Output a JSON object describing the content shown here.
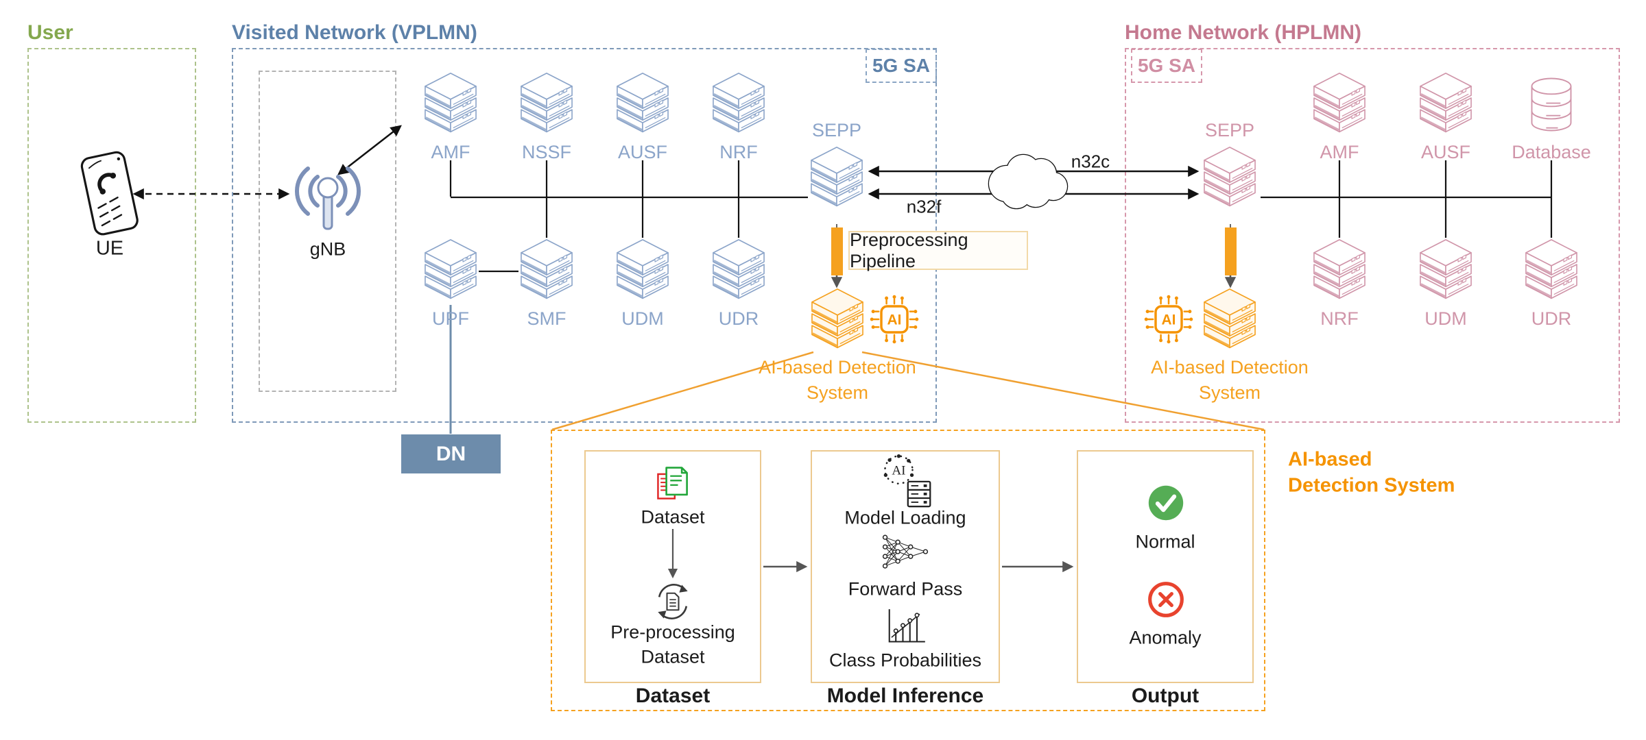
{
  "colors": {
    "user-green": "#84a84e",
    "user-border": "#adc28b",
    "vplmn-blue": "#5d81a9",
    "vplmn-border": "#7e99b8",
    "server-blue": "#8ba4c9",
    "hplmn-pink": "#c4798f",
    "hplmn-border": "#d697ab",
    "hplmn-badge": "#d08ea3",
    "server-pink": "#d095a9",
    "accent-orange": "#f5a11f",
    "orange-deep": "#f59300",
    "status-green": "#55ad55",
    "status-red": "#e8432e",
    "dn-blue": "#6d8cab"
  },
  "user": {
    "title": "User",
    "ue": "UE"
  },
  "vplmn": {
    "title": "Visited Network (VPLMN)",
    "badge": "5G SA",
    "gnb": "gNB",
    "sepp": "SEPP",
    "dn": "DN",
    "preprocessing": "Preprocessing Pipeline",
    "ai_line1": "AI-based Detection",
    "ai_line2": "System",
    "ai_chip": "AI",
    "top": [
      "AMF",
      "NSSF",
      "AUSF",
      "NRF"
    ],
    "bottom": [
      "UPF",
      "SMF",
      "UDM",
      "UDR"
    ]
  },
  "hplmn": {
    "title": "Home Network (HPLMN)",
    "badge": "5G SA",
    "sepp": "SEPP",
    "ai_line1": "AI-based Detection",
    "ai_line2": "System",
    "ai_chip": "AI",
    "top": [
      "AMF",
      "AUSF",
      "Database"
    ],
    "bottom": [
      "NRF",
      "UDM",
      "UDR"
    ]
  },
  "links": {
    "n32c": "n32c",
    "n32f": "n32f"
  },
  "detail": {
    "side_line1": "AI-based",
    "side_line2": "Detection System",
    "col1": {
      "caption": "Dataset",
      "item1": "Dataset",
      "item2_line1": "Pre-processing",
      "item2_line2": "Dataset"
    },
    "col2": {
      "caption": "Model Inference",
      "item1": "Model Loading",
      "item2": "Forward Pass",
      "item3": "Class Probabilities",
      "ai_text": "AI"
    },
    "col3": {
      "caption": "Output",
      "item1": "Normal",
      "item2": "Anomaly"
    }
  }
}
